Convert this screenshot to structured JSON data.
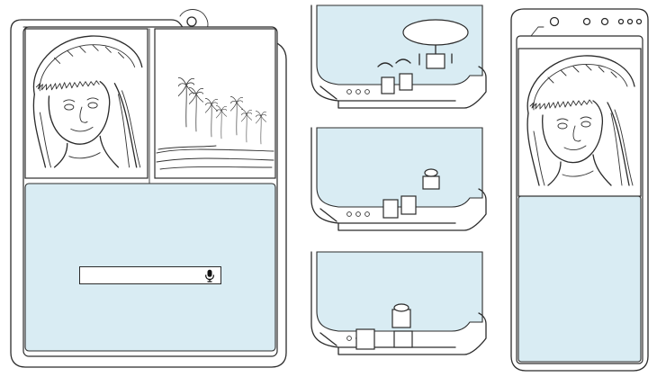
{
  "illustration": {
    "kind": "patent-style line drawing of a foldable smartphone",
    "colors": {
      "screen_fill": "#d9ecf3",
      "outline": "#2b2b2b",
      "background": "#ffffff"
    },
    "left_device": {
      "top_left_panel": "portrait-woman-in-sunhat",
      "top_right_panel": "palm-trees-beach",
      "bottom_panel": "search-bar-screen",
      "search": {
        "value": "",
        "icon": "microphone-icon"
      }
    },
    "middle_views": [
      "fold-detail-view-top",
      "fold-detail-view-middle",
      "fold-detail-view-bottom"
    ],
    "right_device": {
      "top_panel": "portrait-woman-in-sunhat",
      "camera_dots": 6
    }
  }
}
